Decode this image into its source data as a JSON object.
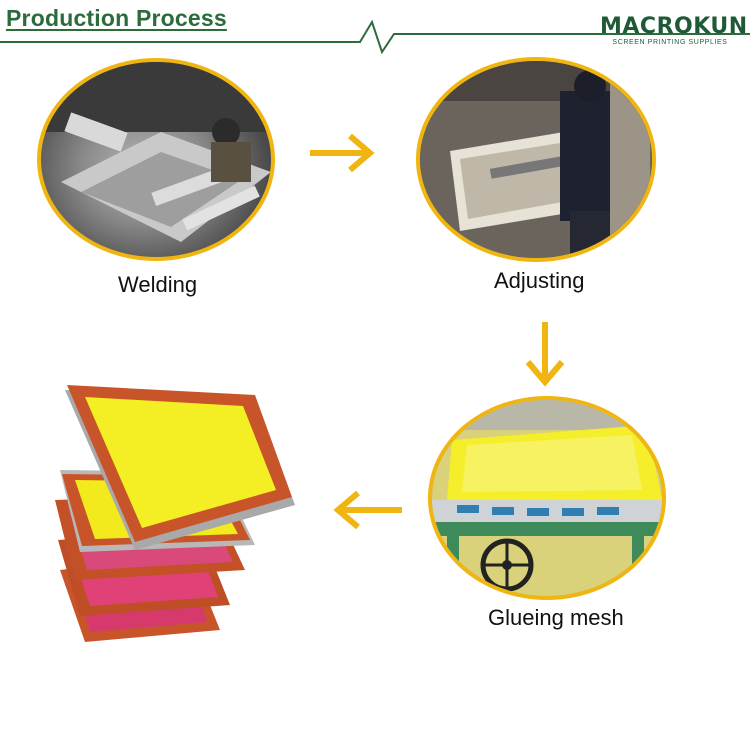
{
  "header": {
    "title": "Production Process",
    "logo_main": "MACROKUN",
    "logo_sub": "SCREEN PRINTING SUPPLIES"
  },
  "steps": [
    {
      "label": "Welding",
      "icon": "welding-photo"
    },
    {
      "label": "Adjusting",
      "icon": "adjusting-photo"
    },
    {
      "label": "Glueing mesh",
      "icon": "glueing-mesh-photo"
    }
  ],
  "colors": {
    "accent": "#f0b510",
    "brand_green": "#2c6b3c",
    "mesh_yellow": "#f4ef2a",
    "frame_red": "#c8552a"
  }
}
